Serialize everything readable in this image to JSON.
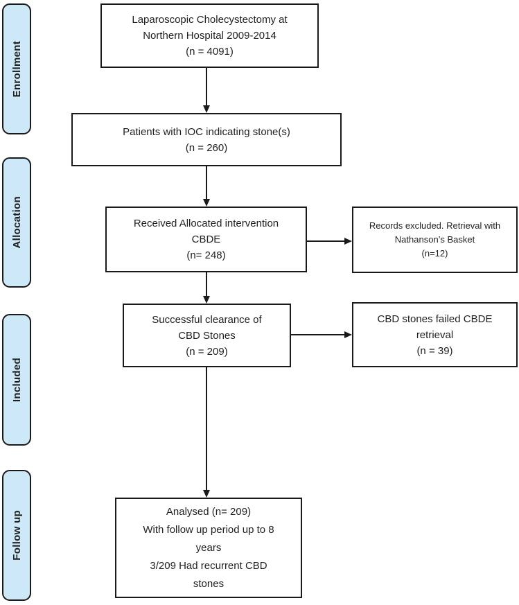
{
  "diagram": {
    "title": "CONSORT-style flow diagram",
    "colors": {
      "stage_fill": "#cde9f8",
      "line": "#1a1a1a"
    },
    "stages": [
      {
        "label": "Enrollment"
      },
      {
        "label": "Allocation"
      },
      {
        "label": "Included"
      },
      {
        "label": "Follow up"
      }
    ],
    "boxes": {
      "source": "Laparoscopic Cholecystectomy at\nNorthern Hospital 2009-2014\n(n = 4091)",
      "ioc": "Patients with IOC indicating stone(s)\n(n = 260)",
      "intervention": "Received Allocated intervention\nCBDE\n(n= 248)",
      "excluded": "Records excluded. Retrieval with\nNathanson’s Basket\n(n=12)",
      "clearance": "Successful clearance of\nCBD Stones\n(n = 209)",
      "failed": "CBD stones failed CBDE\nretrieval\n(n = 39)",
      "analysed": "Analysed (n= 209)\nWith follow up period up to 8\nyears\n3/209 Had recurrent CBD\nstones"
    }
  }
}
